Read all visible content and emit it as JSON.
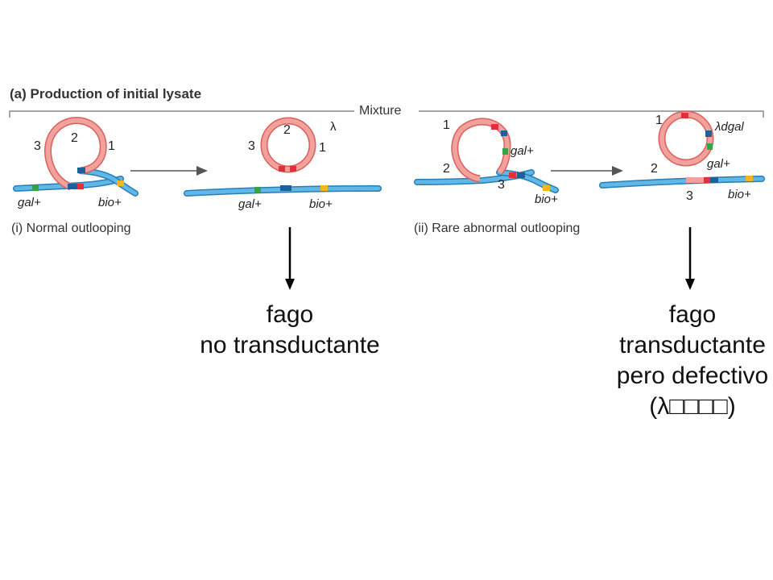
{
  "header": {
    "title": "(a)  Production of initial lysate",
    "mixture_label": "Mixture"
  },
  "panel_i": {
    "caption": "(i)  Normal outlooping",
    "before": {
      "n1": "1",
      "n2": "2",
      "n3": "3",
      "gal": "gal+",
      "bio": "bio+"
    },
    "after": {
      "n1": "1",
      "n2": "2",
      "n3": "3",
      "lambda": "λ",
      "gal": "gal+",
      "bio": "bio+"
    }
  },
  "panel_ii": {
    "caption": "(ii)  Rare abnormal  outlooping",
    "before": {
      "n1": "1",
      "n2": "2",
      "n3": "3",
      "gal": "gal+",
      "bio": "bio+"
    },
    "after": {
      "n1": "1",
      "n2": "2",
      "n3": "3",
      "lambda": "λdgal",
      "gal": "gal+",
      "bio": "bio+"
    }
  },
  "annotations": {
    "left": {
      "line1": "fago",
      "line2": "no transductante"
    },
    "right": {
      "line1": "fago",
      "line2": "transductante",
      "line3": "pero defectivo",
      "line4": "(λ□□□□)"
    }
  },
  "colors": {
    "dna_blue": "#5fb8e6",
    "dna_outline": "#2a7db5",
    "phage_pink": "#f2a19c",
    "phage_outline": "#d95f5a",
    "marker_red": "#e0303a",
    "marker_navy": "#1f5f9a",
    "marker_green": "#3aa246",
    "marker_yellow": "#f2b61f"
  }
}
